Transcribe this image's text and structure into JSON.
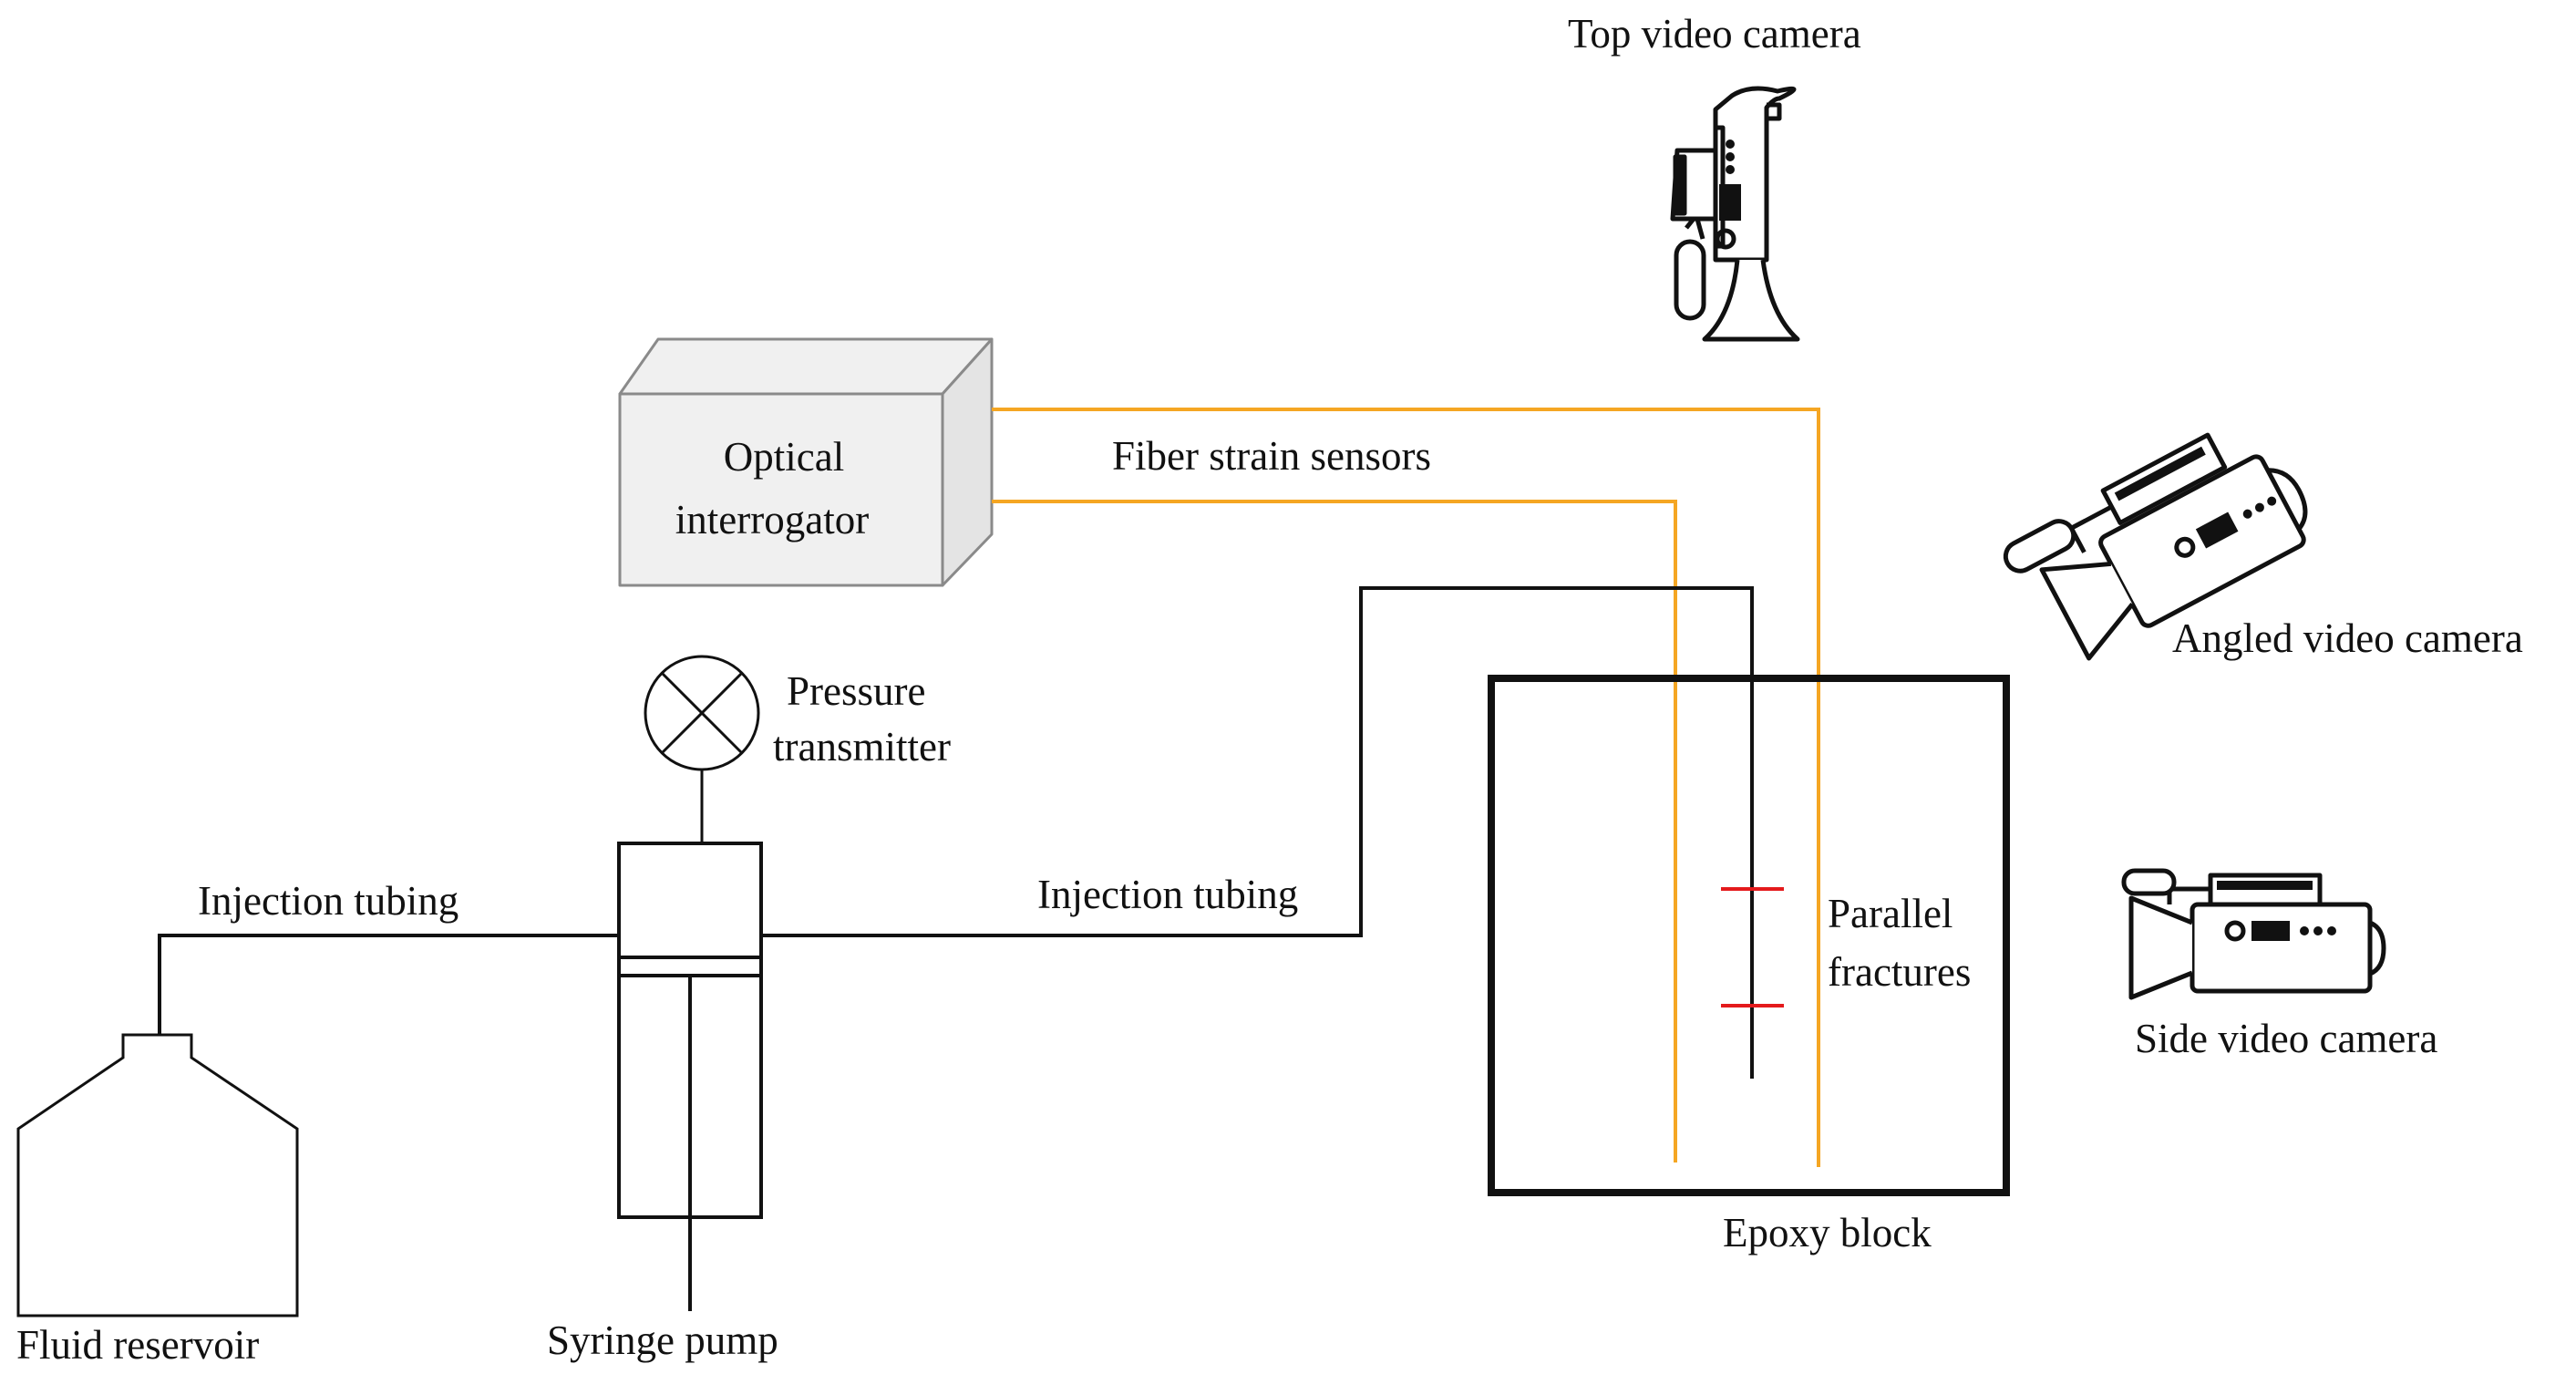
{
  "labels": {
    "top_camera": "Top video camera",
    "optical_1": "Optical",
    "optical_2": "interrogator",
    "fiber": "Fiber strain sensors",
    "angled_camera": "Angled video camera",
    "pressure_1": "Pressure",
    "pressure_2": "transmitter",
    "tubing_left": "Injection tubing",
    "tubing_right": "Injection tubing",
    "parallel_1": "Parallel",
    "parallel_2": "fractures",
    "side_camera": "Side video camera",
    "epoxy": "Epoxy block",
    "reservoir": "Fluid reservoir",
    "syringe": "Syringe pump"
  },
  "colors": {
    "line": "#111111",
    "fiber": "#f5a623",
    "fracture": "#e41a1c",
    "box_fill": "#f0f0f0",
    "box_side": "#e4e4e4",
    "box_stroke": "#8a8a8a"
  }
}
